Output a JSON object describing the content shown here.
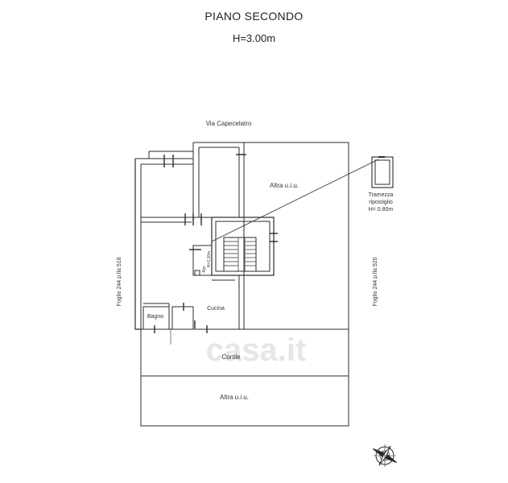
{
  "title": "PIANO SECONDO",
  "height": "H=3.00m",
  "labels": {
    "street": "Via Capecelatro",
    "altra_top": "Altra u.i.u.",
    "tramezza_1": "Tramezza",
    "tramezza_2": "ripostiglio",
    "tramezza_3": "H= 0.80m",
    "foglio_left": "Foglio 244 p.lla 518",
    "foglio_right": "Foglio 244 p.lla 520",
    "cucina": "Cucina",
    "bagno": "Bagno",
    "rip": "Rip.",
    "rip_h": "H=2.10m",
    "cortile": "Cortile",
    "altra_bottom": "Altra u.i.u."
  },
  "watermark": "casa.it",
  "colors": {
    "line": "#2b2b2b",
    "text": "#333333",
    "watermark": "#e6e6e6"
  },
  "icons": {
    "compass": "compass-rose-icon"
  }
}
